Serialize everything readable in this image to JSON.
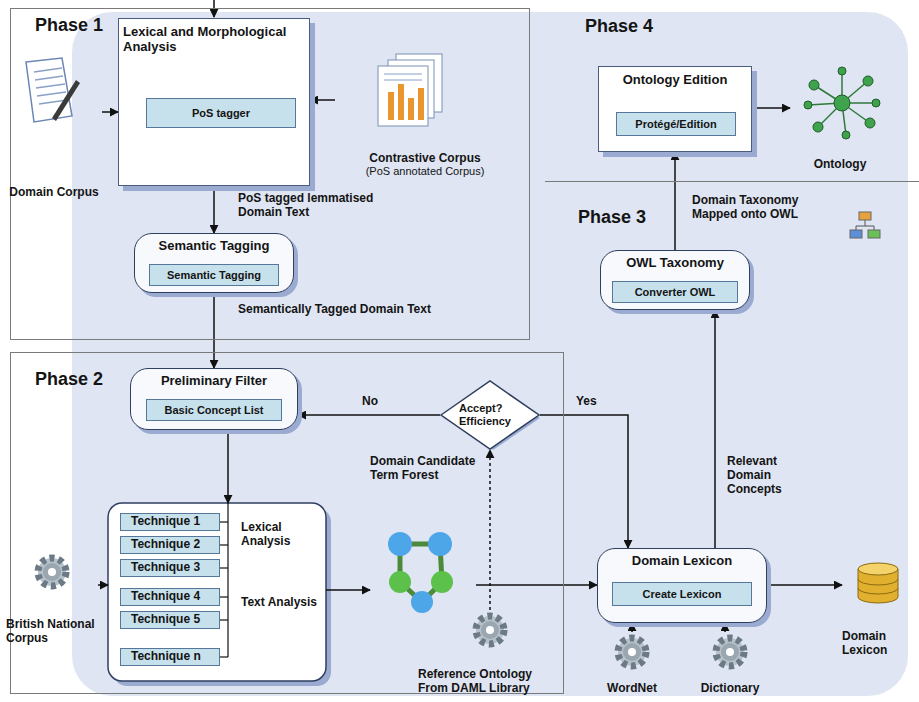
{
  "diagram": {
    "nodes": [
      {
        "text": [
          "Phase 1"
        ]
      },
      {
        "text": [
          "Lexical and Morphological Analysis"
        ],
        "in": 0
      },
      {
        "text": [
          "PoS tagger"
        ],
        "in": 1
      },
      {
        "text": [
          "Domain Corpus"
        ],
        "in": 0
      },
      {
        "text": [
          "Contrastive Corpus",
          "(PoS annotated Corpus)"
        ],
        "in": 0
      },
      {
        "text": [
          "Semantic Tagging"
        ],
        "in": 0
      },
      {
        "text": [
          "Semantic Tagging"
        ],
        "in": 5
      },
      {
        "text": [
          "Phase 4"
        ]
      },
      {
        "text": [
          "Ontology Edition"
        ],
        "in": 7
      },
      {
        "text": [
          "Protégé/Edition"
        ],
        "in": 8
      },
      {
        "text": [
          "Ontology"
        ],
        "in": 7
      },
      {
        "text": [
          "Phase 3"
        ]
      },
      {
        "text": [
          "OWL Taxonomy"
        ],
        "in": 11
      },
      {
        "text": [
          "Converter OWL"
        ],
        "in": 12
      },
      {
        "text": [
          "Domain Lexicon"
        ],
        "in": 11
      },
      {
        "text": [
          "Create Lexicon"
        ],
        "in": 14
      },
      {
        "text": [
          "WordNet"
        ],
        "in": 11
      },
      {
        "text": [
          "Dictionary"
        ],
        "in": 11
      },
      {
        "text": [
          "Domain Lexicon"
        ],
        "in": 11
      },
      {
        "text": [
          "Phase 2"
        ]
      },
      {
        "text": [
          "Preliminary Filter"
        ],
        "in": 19
      },
      {
        "text": [
          "Basic Concept List"
        ],
        "in": 20
      },
      {
        "text": [
          "Accept? Efficiency"
        ],
        "in": 19
      },
      {
        "text": [
          "Lexical Analysis",
          "Text Analysis"
        ],
        "in": 19
      },
      {
        "text": [
          "Technique 1"
        ],
        "in": 23
      },
      {
        "text": [
          "Technique 2"
        ],
        "in": 23
      },
      {
        "text": [
          "Technique 3"
        ],
        "in": 23
      },
      {
        "text": [
          "Technique 4"
        ],
        "in": 23
      },
      {
        "text": [
          "Technique 5"
        ],
        "in": 23
      },
      {
        "text": [
          "Technique n"
        ],
        "in": 23
      },
      {
        "text": [
          "British National Corpus"
        ],
        "in": 19
      },
      {
        "text": [
          "Domain Candidate Term Forest"
        ],
        "in": 19
      },
      {
        "text": [
          "Reference Ontology From DAML Library"
        ],
        "in": 19
      }
    ],
    "edges": [
      {
        "from": 3,
        "to": 1,
        "arrow": "to"
      },
      {
        "from": 4,
        "to": 1,
        "arrow": "to"
      },
      {
        "from": 1,
        "to": 5,
        "arrow": "to",
        "label": "PoS tagged lemmatised Domain Text"
      },
      {
        "from": 5,
        "to": 20,
        "arrow": "to",
        "label": "Semantically Tagged Domain Text"
      },
      {
        "from": 20,
        "to": 23,
        "arrow": "to"
      },
      {
        "from": 30,
        "to": 23,
        "arrow": "to"
      },
      {
        "from": 23,
        "to": 31,
        "arrow": "to"
      },
      {
        "from": 31,
        "to": 14,
        "arrow": "to"
      },
      {
        "from": 32,
        "to": 22,
        "arrow": "to"
      },
      {
        "from": 22,
        "to": 20,
        "arrow": "to",
        "label": "No"
      },
      {
        "from": 22,
        "to": 14,
        "arrow": "to",
        "label": "Yes"
      },
      {
        "from": 14,
        "to": 12,
        "arrow": "to",
        "label": "Relevant Domain Concepts"
      },
      {
        "from": 12,
        "to": 8,
        "arrow": "to",
        "label": "Domain Taxonomy Mapped onto OWL"
      },
      {
        "from": 8,
        "to": 10,
        "arrow": "to"
      },
      {
        "from": 16,
        "to": 14,
        "arrow": "to"
      },
      {
        "from": 17,
        "to": 14,
        "arrow": "to"
      },
      {
        "from": 14,
        "to": 18,
        "arrow": "to"
      }
    ]
  }
}
